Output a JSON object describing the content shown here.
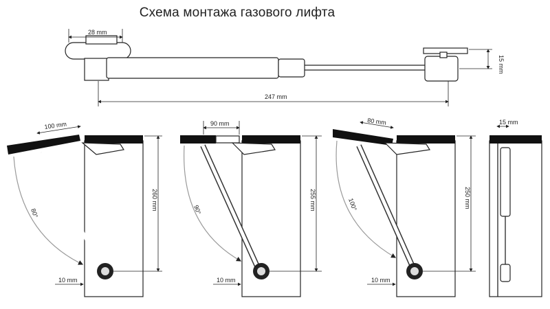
{
  "title": "Схема монтажа газового лифта",
  "top_view": {
    "dim_mount": "28 mm",
    "dim_height": "15 mm",
    "dim_length": "247 mm"
  },
  "panels": [
    {
      "lid_dim": "100 mm",
      "height_dim": "260 mm",
      "angle": "80°",
      "offset_dim": "10 mm"
    },
    {
      "lid_dim": "90 mm",
      "height_dim": "255 mm",
      "angle": "90°",
      "offset_dim": "10 mm"
    },
    {
      "lid_dim": "80 mm",
      "height_dim": "250 mm",
      "angle": "100°",
      "offset_dim": "10 mm"
    },
    {
      "side_dim": "15 mm"
    }
  ]
}
